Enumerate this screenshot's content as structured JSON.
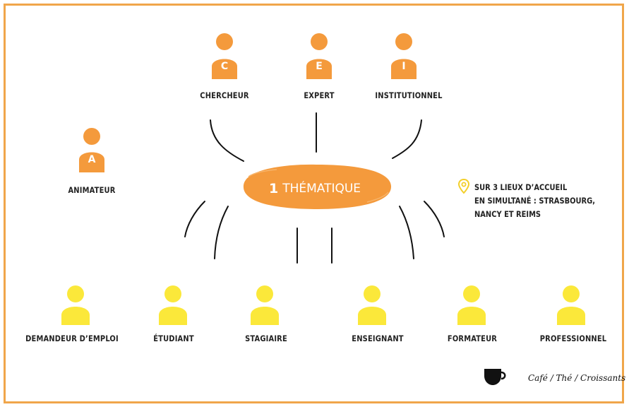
{
  "colors": {
    "orange": "#f49a3c",
    "yellow": "#fbe83a",
    "frame": "#f0a64a",
    "text": "#222222"
  },
  "top_roles": [
    {
      "letter": "C",
      "label": "CHERCHEUR"
    },
    {
      "letter": "E",
      "label": "EXPERT"
    },
    {
      "letter": "I",
      "label": "INSTITUTIONNEL"
    }
  ],
  "animator": {
    "letter": "A",
    "label": "ANIMATEUR"
  },
  "center": {
    "number": "1",
    "text": "THÉMATIQUE"
  },
  "location": {
    "icon": "location-pin-icon",
    "lines": [
      "SUR 3 LIEUX D’ACCUEIL",
      "EN SIMULTANÉ : STRASBOURG,",
      "NANCY ET REIMS"
    ]
  },
  "participants": [
    "DEMANDEUR D’EMPLOI",
    "ÉTUDIANT",
    "STAGIAIRE",
    "ENSEIGNANT",
    "FORMATEUR",
    "PROFESSIONNEL"
  ],
  "footer": {
    "icon": "coffee-cup-icon",
    "text": "Café / Thé / Croissants"
  }
}
